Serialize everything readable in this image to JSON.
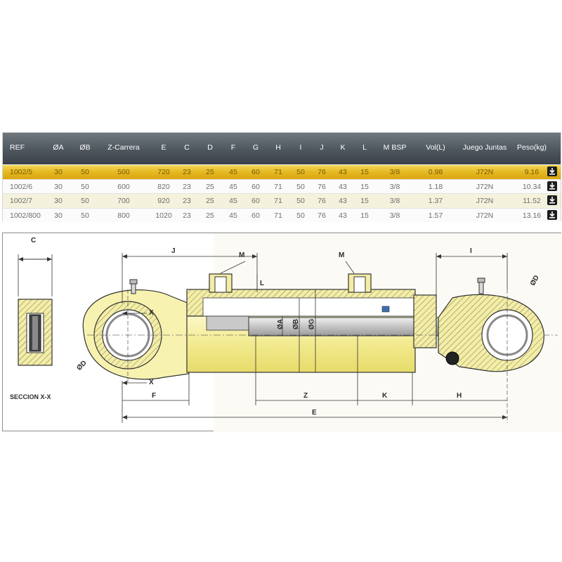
{
  "table": {
    "headers": [
      "REF",
      "ØA",
      "ØB",
      "Z-Carrera",
      "E",
      "C",
      "D",
      "F",
      "G",
      "H",
      "I",
      "J",
      "K",
      "L",
      "M BSP",
      "Vol(L)",
      "Juego Juntas",
      "Peso(kg)"
    ],
    "rows": [
      [
        "1002/5",
        "30",
        "50",
        "500",
        "720",
        "23",
        "25",
        "45",
        "60",
        "71",
        "50",
        "76",
        "43",
        "15",
        "3/8",
        "0.98",
        "J72N",
        "9.16"
      ],
      [
        "1002/6",
        "30",
        "50",
        "600",
        "820",
        "23",
        "25",
        "45",
        "60",
        "71",
        "50",
        "76",
        "43",
        "15",
        "3/8",
        "1.18",
        "J72N",
        "10.34"
      ],
      [
        "1002/7",
        "30",
        "50",
        "700",
        "920",
        "23",
        "25",
        "45",
        "60",
        "71",
        "50",
        "76",
        "43",
        "15",
        "3/8",
        "1.37",
        "J72N",
        "11.52"
      ],
      [
        "1002/800",
        "30",
        "50",
        "800",
        "1020",
        "23",
        "25",
        "45",
        "60",
        "71",
        "50",
        "76",
        "43",
        "15",
        "3/8",
        "1.57",
        "J72N",
        "13.16"
      ]
    ],
    "download_icon": "download-icon"
  },
  "drawing": {
    "section_label": "SECCION X-X",
    "labels": {
      "c": "C",
      "j": "J",
      "i": "I",
      "m_left": "M",
      "m_right": "M",
      "x_top": "X",
      "x_bottom": "X",
      "l": "L",
      "od_left": "ØD",
      "od_right": "ØD",
      "oa": "ØA",
      "ob": "ØB",
      "og": "ØG",
      "f": "F",
      "z": "Z",
      "k": "K",
      "h": "H",
      "e": "E"
    }
  },
  "colors": {
    "header_bg": "#4e565e",
    "highlight_row": "#e5b821",
    "alt_row": "#f4f2dc",
    "cylinder_yellow": "#f5f0a0",
    "ink": "#2b2b2b"
  }
}
